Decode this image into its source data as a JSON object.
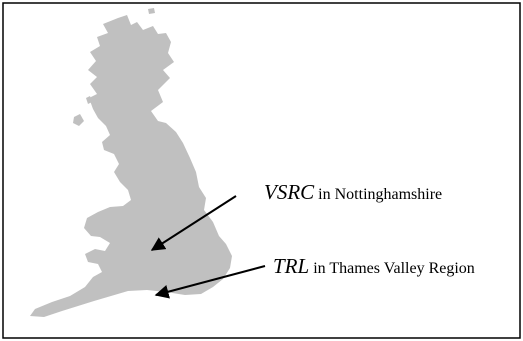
{
  "map": {
    "land_color": "#c0c0c0",
    "border_color": "#000000",
    "arrow_color": "#000000"
  },
  "locations": [
    {
      "id": "vsrc",
      "abbr": "VSRC",
      "space": " ",
      "description": "in Nottinghamshire"
    },
    {
      "id": "trl",
      "abbr": "TRL",
      "space": " ",
      "description": "in Thames Valley Region"
    }
  ]
}
